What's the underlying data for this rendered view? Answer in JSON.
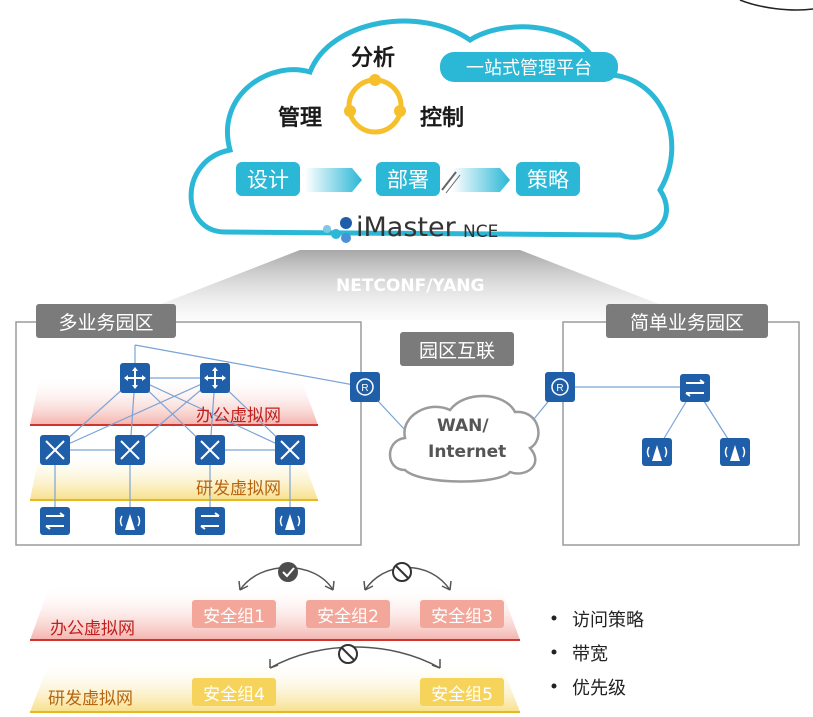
{
  "platform": {
    "top_label": "分析",
    "left_label": "管理",
    "right_label": "控制",
    "tag": "一站式管理平台",
    "steps": [
      "设计",
      "部署",
      "策略"
    ],
    "brand_main": "iMaster",
    "brand_sub": "NCE"
  },
  "protocol": "NETCONF/YANG",
  "zones": {
    "multi": "多业务园区",
    "interconnect": "园区互联",
    "simple": "简单业务园区"
  },
  "wan": {
    "line1": "WAN/",
    "line2": "Internet"
  },
  "virtual_nets": {
    "office": "办公虚拟网",
    "rnd": "研发虚拟网"
  },
  "security_groups": {
    "office": [
      "安全组1",
      "安全组2",
      "安全组3"
    ],
    "rnd": [
      "安全组4",
      "安全组5"
    ]
  },
  "policies": [
    "访问策略",
    "带宽",
    "优先级"
  ],
  "colors": {
    "accent_cyan": "#2bb7d6",
    "device_blue": "#1f5ea8",
    "office_red": "#c0201e",
    "rnd_orange": "#b8650f",
    "cloud_border": "#2bb7d6"
  },
  "icons": [
    "cycle-icon",
    "router-icon",
    "core-switch-icon",
    "aggregation-switch-icon",
    "access-switch-icon",
    "ap-icon",
    "check-icon",
    "forbidden-icon",
    "pen-icon",
    "brand-logo-icon"
  ]
}
